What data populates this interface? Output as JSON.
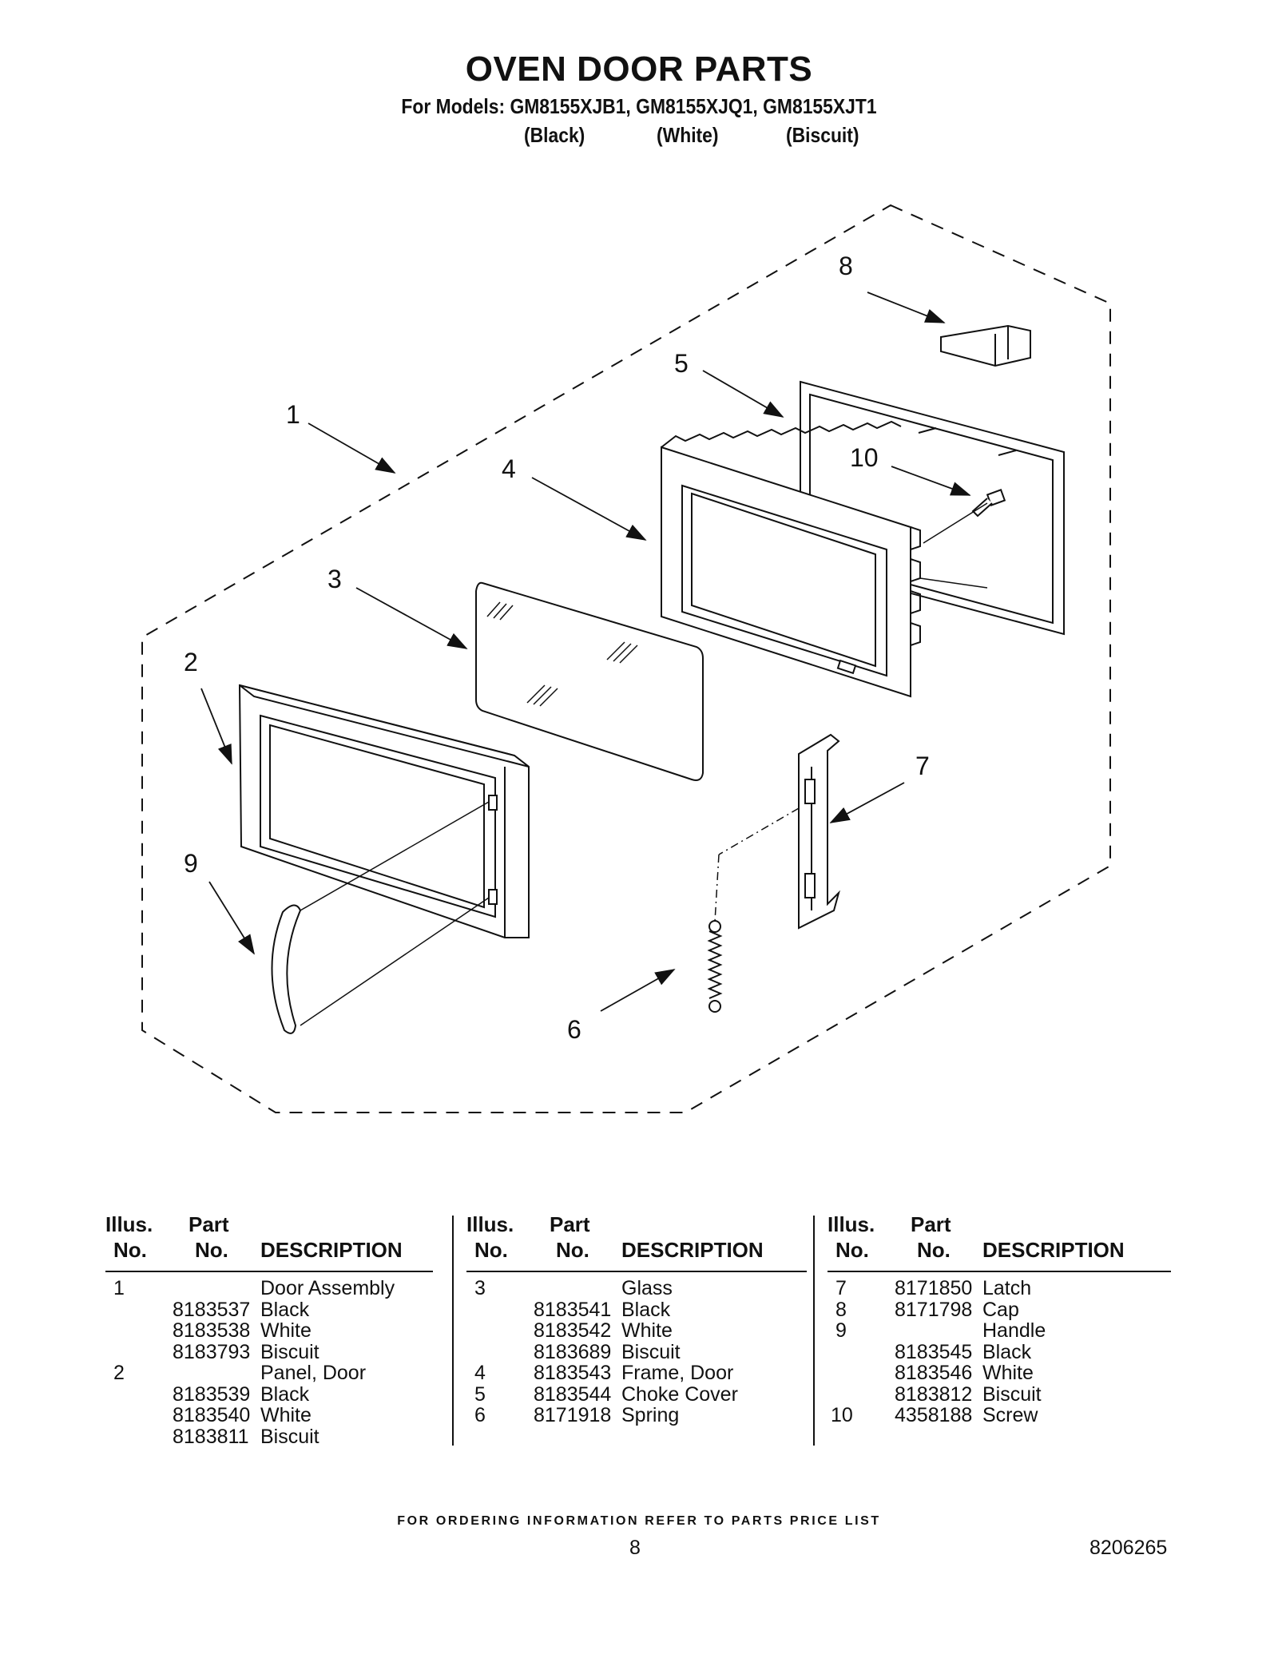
{
  "header": {
    "title": "OVEN DOOR PARTS",
    "subtitle": "For Models: GM8155XJB1, GM8155XJQ1, GM8155XJT1",
    "colors": [
      "(Black)",
      "(White)",
      "(Biscuit)"
    ]
  },
  "diagram": {
    "callouts": [
      "1",
      "2",
      "3",
      "4",
      "5",
      "6",
      "7",
      "8",
      "9",
      "10"
    ]
  },
  "table": {
    "headers": {
      "illus_top": "Illus.",
      "illus_bottom": "No.",
      "part_top": "Part",
      "part_bottom": "No.",
      "description": "DESCRIPTION"
    },
    "columns": [
      {
        "rows": [
          {
            "illus": "1",
            "part": "",
            "desc": "Door Assembly"
          },
          {
            "illus": "",
            "part": "8183537",
            "desc": "Black"
          },
          {
            "illus": "",
            "part": "8183538",
            "desc": "White"
          },
          {
            "illus": "",
            "part": "8183793",
            "desc": "Biscuit"
          },
          {
            "illus": "2",
            "part": "",
            "desc": "Panel, Door"
          },
          {
            "illus": "",
            "part": "8183539",
            "desc": "Black"
          },
          {
            "illus": "",
            "part": "8183540",
            "desc": "White"
          },
          {
            "illus": "",
            "part": "8183811",
            "desc": "Biscuit"
          }
        ]
      },
      {
        "rows": [
          {
            "illus": "3",
            "part": "",
            "desc": "Glass"
          },
          {
            "illus": "",
            "part": "8183541",
            "desc": "Black"
          },
          {
            "illus": "",
            "part": "8183542",
            "desc": "White"
          },
          {
            "illus": "",
            "part": "8183689",
            "desc": "Biscuit"
          },
          {
            "illus": "4",
            "part": "8183543",
            "desc": "Frame, Door"
          },
          {
            "illus": "5",
            "part": "8183544",
            "desc": "Choke Cover"
          },
          {
            "illus": "6",
            "part": "8171918",
            "desc": "Spring"
          }
        ]
      },
      {
        "rows": [
          {
            "illus": "7",
            "part": "8171850",
            "desc": "Latch"
          },
          {
            "illus": "8",
            "part": "8171798",
            "desc": "Cap"
          },
          {
            "illus": "9",
            "part": "",
            "desc": "Handle"
          },
          {
            "illus": "",
            "part": "8183545",
            "desc": "Black"
          },
          {
            "illus": "",
            "part": "8183546",
            "desc": "White"
          },
          {
            "illus": "",
            "part": "8183812",
            "desc": "Biscuit"
          },
          {
            "illus": "10",
            "part": "4358188",
            "desc": "Screw"
          }
        ]
      }
    ]
  },
  "footer": {
    "ordering_note": "FOR ORDERING INFORMATION REFER TO PARTS PRICE LIST",
    "page_number": "8",
    "document_number": "8206265"
  }
}
